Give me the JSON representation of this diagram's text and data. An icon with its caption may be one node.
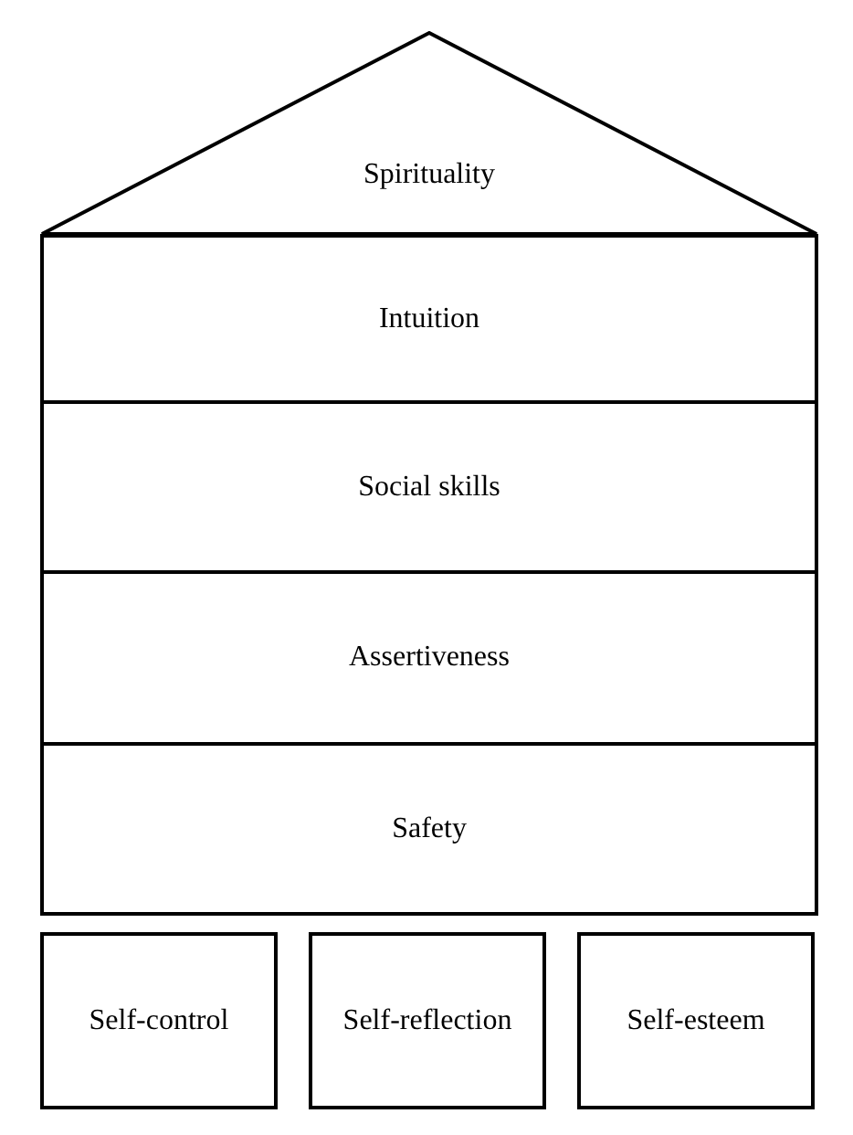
{
  "diagram": {
    "nodes": [
      {
        "text": [
          "Spirituality"
        ]
      },
      {
        "text": [
          "Intuition"
        ]
      },
      {
        "text": [
          "Social skills"
        ]
      },
      {
        "text": [
          "Assertiveness"
        ]
      },
      {
        "text": [
          "Safety"
        ]
      },
      {
        "text": [
          "Self-control"
        ]
      },
      {
        "text": [
          "Self-reflection"
        ]
      },
      {
        "text": [
          "Self-esteem"
        ]
      }
    ]
  }
}
